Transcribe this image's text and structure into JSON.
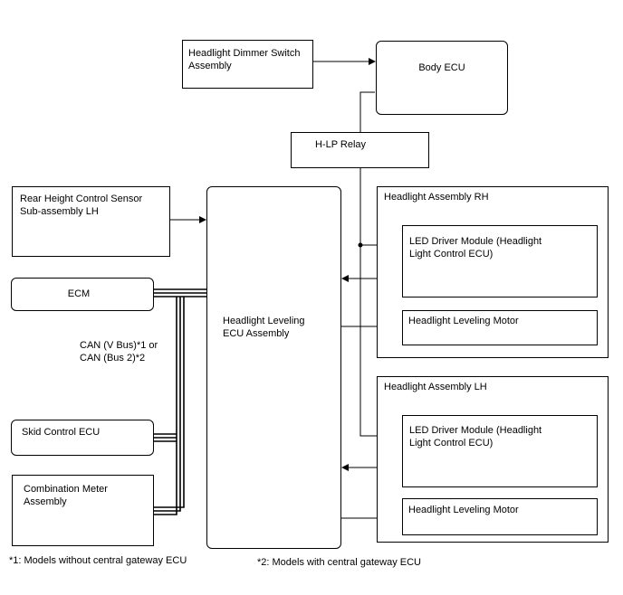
{
  "boxes": {
    "dimmer_switch": "Headlight Dimmer Switch\nAssembly",
    "body_ecu": "Body ECU",
    "hlp_relay": "H-LP Relay",
    "rear_height_sensor": "Rear Height Control Sensor\nSub-assembly LH",
    "ecm": "ECM",
    "skid_control": "Skid Control ECU",
    "combination_meter": "Combination Meter\nAssembly",
    "leveling_ecu": "Headlight Leveling\nECU Assembly",
    "headlight_rh": "Headlight Assembly RH",
    "led_driver_rh": "LED Driver Module (Headlight\nLight Control ECU)",
    "leveling_motor_rh": "Headlight Leveling Motor",
    "headlight_lh": "Headlight Assembly LH",
    "led_driver_lh": "LED Driver Module (Headlight\nLight Control ECU)",
    "leveling_motor_lh": "Headlight Leveling Motor"
  },
  "can_label": "CAN (V Bus)*1 or\nCAN (Bus 2)*2",
  "notes": {
    "note1": "*1: Models without central gateway ECU",
    "note2": "*2: Models with central gateway ECU"
  }
}
